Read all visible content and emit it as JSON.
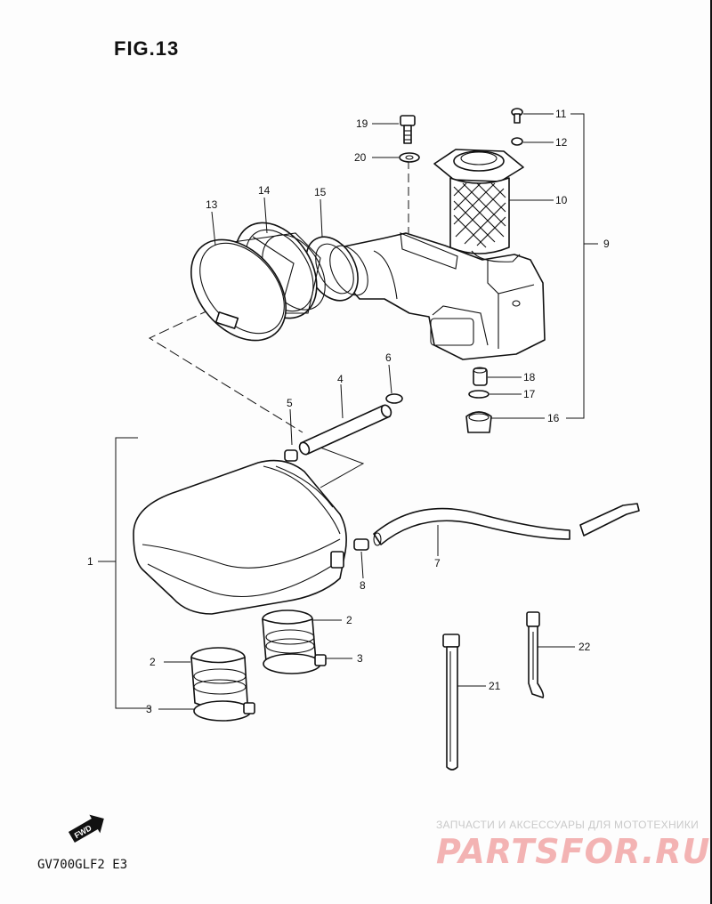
{
  "figure": {
    "title": "FIG.13",
    "model_code": "GV700GLF2  E3",
    "fwd_badge": "FWD"
  },
  "watermark": {
    "tagline": "ЗАПЧАСТИ И АКСЕССУАРЫ ДЛЯ МОТОТЕХНИКИ",
    "logo": "PARTSFOR.RU",
    "color": "#f3b3b3"
  },
  "callouts": [
    {
      "id": "1",
      "label": "1"
    },
    {
      "id": "2a",
      "label": "2"
    },
    {
      "id": "2b",
      "label": "2"
    },
    {
      "id": "3a",
      "label": "3"
    },
    {
      "id": "3b",
      "label": "3"
    },
    {
      "id": "4",
      "label": "4"
    },
    {
      "id": "5",
      "label": "5"
    },
    {
      "id": "6",
      "label": "6"
    },
    {
      "id": "7",
      "label": "7"
    },
    {
      "id": "8",
      "label": "8"
    },
    {
      "id": "9",
      "label": "9"
    },
    {
      "id": "10",
      "label": "10"
    },
    {
      "id": "11",
      "label": "11"
    },
    {
      "id": "12",
      "label": "12"
    },
    {
      "id": "13",
      "label": "13"
    },
    {
      "id": "14",
      "label": "14"
    },
    {
      "id": "15",
      "label": "15"
    },
    {
      "id": "16",
      "label": "16"
    },
    {
      "id": "17",
      "label": "17"
    },
    {
      "id": "18",
      "label": "18"
    },
    {
      "id": "19",
      "label": "19"
    },
    {
      "id": "20",
      "label": "20"
    },
    {
      "id": "21",
      "label": "21"
    },
    {
      "id": "22",
      "label": "22"
    }
  ]
}
